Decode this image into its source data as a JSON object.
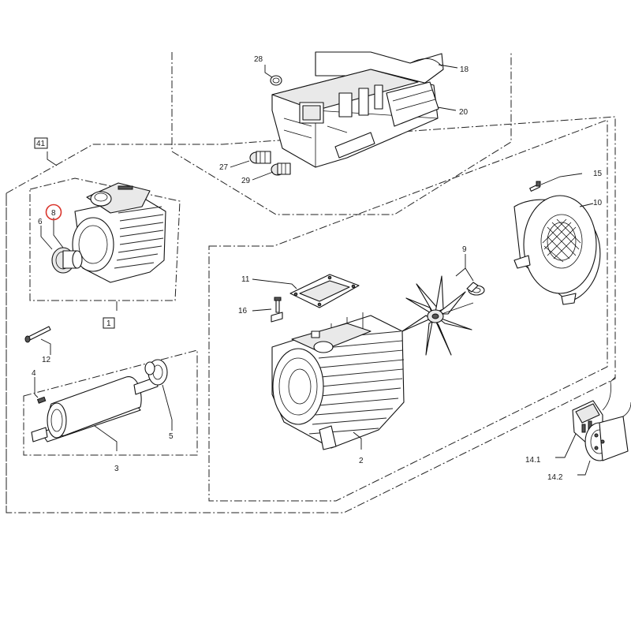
{
  "labels": {
    "p1": "1",
    "p2": "2",
    "p3": "3",
    "p4": "4",
    "p5": "5",
    "p6": "6",
    "p8": "8",
    "p9": "9",
    "p10": "10",
    "p11": "11",
    "p12": "12",
    "p14_1": "14.1",
    "p14_2": "14.2",
    "p15": "15",
    "p16": "16",
    "p18": "18",
    "p20": "20",
    "p27": "27",
    "p28": "28",
    "p29": "29",
    "p41": "41"
  },
  "highlight": {
    "color": "#d9342b",
    "target": "8"
  }
}
